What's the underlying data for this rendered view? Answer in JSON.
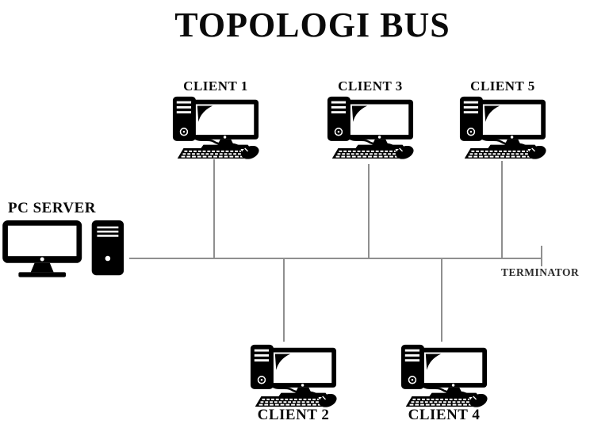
{
  "title": "TOPOLOGI BUS",
  "colors": {
    "background": "#ffffff",
    "ink": "#0a0a0a",
    "line": "#8f8f8f"
  },
  "nodes": {
    "server": {
      "label": "PC SERVER",
      "icon": "desktop-computer-with-tower-icon"
    },
    "client1": {
      "label": "CLIENT 1",
      "icon": "client-computer-icon"
    },
    "client2": {
      "label": "CLIENT 2",
      "icon": "client-computer-icon"
    },
    "client3": {
      "label": "CLIENT 3",
      "icon": "client-computer-icon"
    },
    "client4": {
      "label": "CLIENT 4",
      "icon": "client-computer-icon"
    },
    "client5": {
      "label": "CLIENT 5",
      "icon": "client-computer-icon"
    }
  },
  "bus": {
    "terminator_label": "TERMINATOR"
  }
}
